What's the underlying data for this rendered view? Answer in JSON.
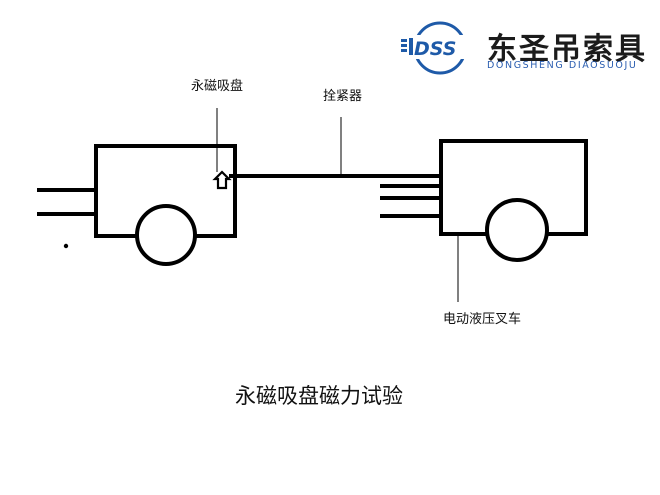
{
  "logo": {
    "mark_text": "DSS",
    "company_name": "东圣吊索具",
    "company_name_pinyin": "DONGSHENG DIAOSUOJU",
    "colors": {
      "ring": "#1e5aa8",
      "mark": "#1e5aa8",
      "text": "#1b1b1b"
    }
  },
  "labels": {
    "magnet": "永磁吸盘",
    "tensioner": "拴紧器",
    "forklift": "电动液压叉车"
  },
  "caption": "永磁吸盘磁力试验",
  "colors": {
    "line": "#000000",
    "background": "#ffffff"
  }
}
